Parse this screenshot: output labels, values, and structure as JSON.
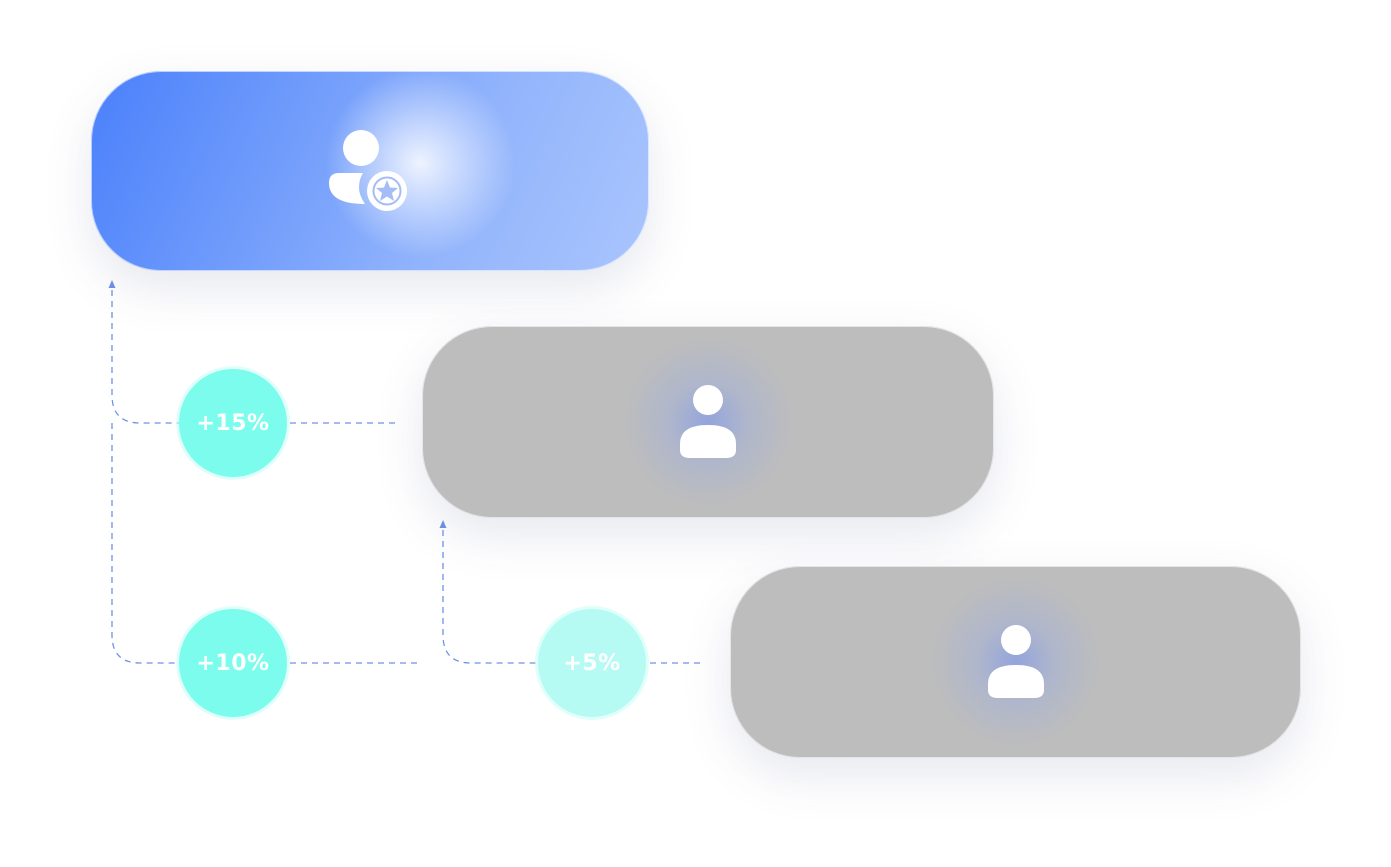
{
  "nodes": {
    "top": {
      "icon": "user-star-icon"
    },
    "middle": {
      "icon": "user-icon"
    },
    "bottom": {
      "icon": "user-icon"
    }
  },
  "bonuses": {
    "first": "+15%",
    "second": "+10%",
    "third": "+5%"
  },
  "colors": {
    "top_card_start": "#4a80fb",
    "top_card_end": "#a9c5fd",
    "grey_card": "#bdbdbd",
    "bubble": "#7bfcec",
    "bubble_light": "#b6fbf3",
    "connector": "#6f92e6"
  }
}
